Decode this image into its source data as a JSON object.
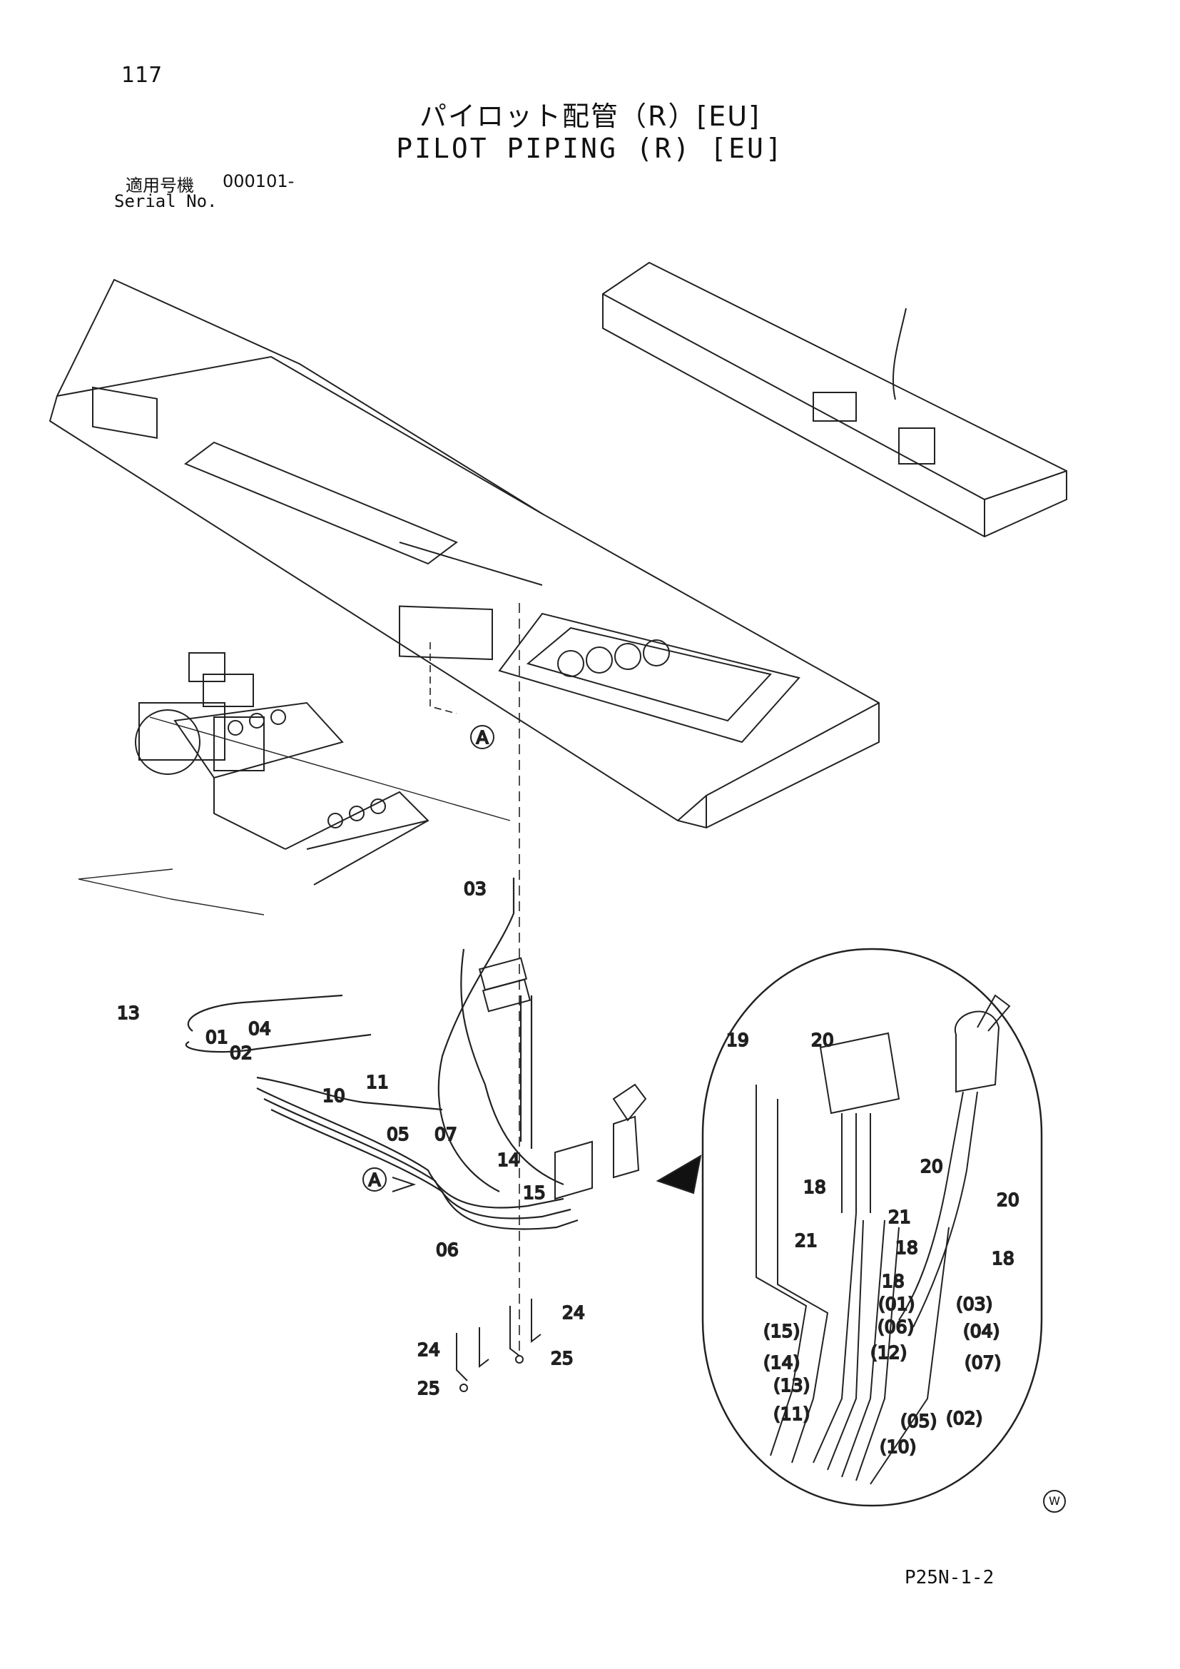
{
  "header": {
    "page_number": "117",
    "title_jp": "パイロット配管（R）[EU]",
    "title_en": "PILOT PIPING (R) [EU]",
    "serial_label_jp": "適用号機",
    "serial_value": "000101-",
    "serial_label_en": "Serial No."
  },
  "callouts": {
    "c01": "01",
    "c02": "02",
    "c03": "03",
    "c04": "04",
    "c05": "05",
    "c06": "06",
    "c07": "07",
    "c10": "10",
    "c11": "11",
    "c13": "13",
    "c14": "14",
    "c15": "15",
    "c24a": "24",
    "c24b": "24",
    "c25a": "25",
    "c25b": "25",
    "markerA1": "A",
    "markerA2": "A"
  },
  "detail_callouts": {
    "d19": "19",
    "d20a": "20",
    "d20b": "20",
    "d20c": "20",
    "d18a": "18",
    "d18b": "18",
    "d18c": "18",
    "d18d": "18",
    "d21a": "21",
    "d21b": "21",
    "p01": "(01)",
    "p02": "(02)",
    "p03": "(03)",
    "p04": "(04)",
    "p05": "(05)",
    "p06": "(06)",
    "p07": "(07)",
    "p10": "(10)",
    "p11": "(11)",
    "p12": "(12)",
    "p13": "(13)",
    "p14": "(14)",
    "p15": "(15)"
  },
  "footer": {
    "watermark": "W",
    "drawing_code": "P25N-1-2"
  }
}
